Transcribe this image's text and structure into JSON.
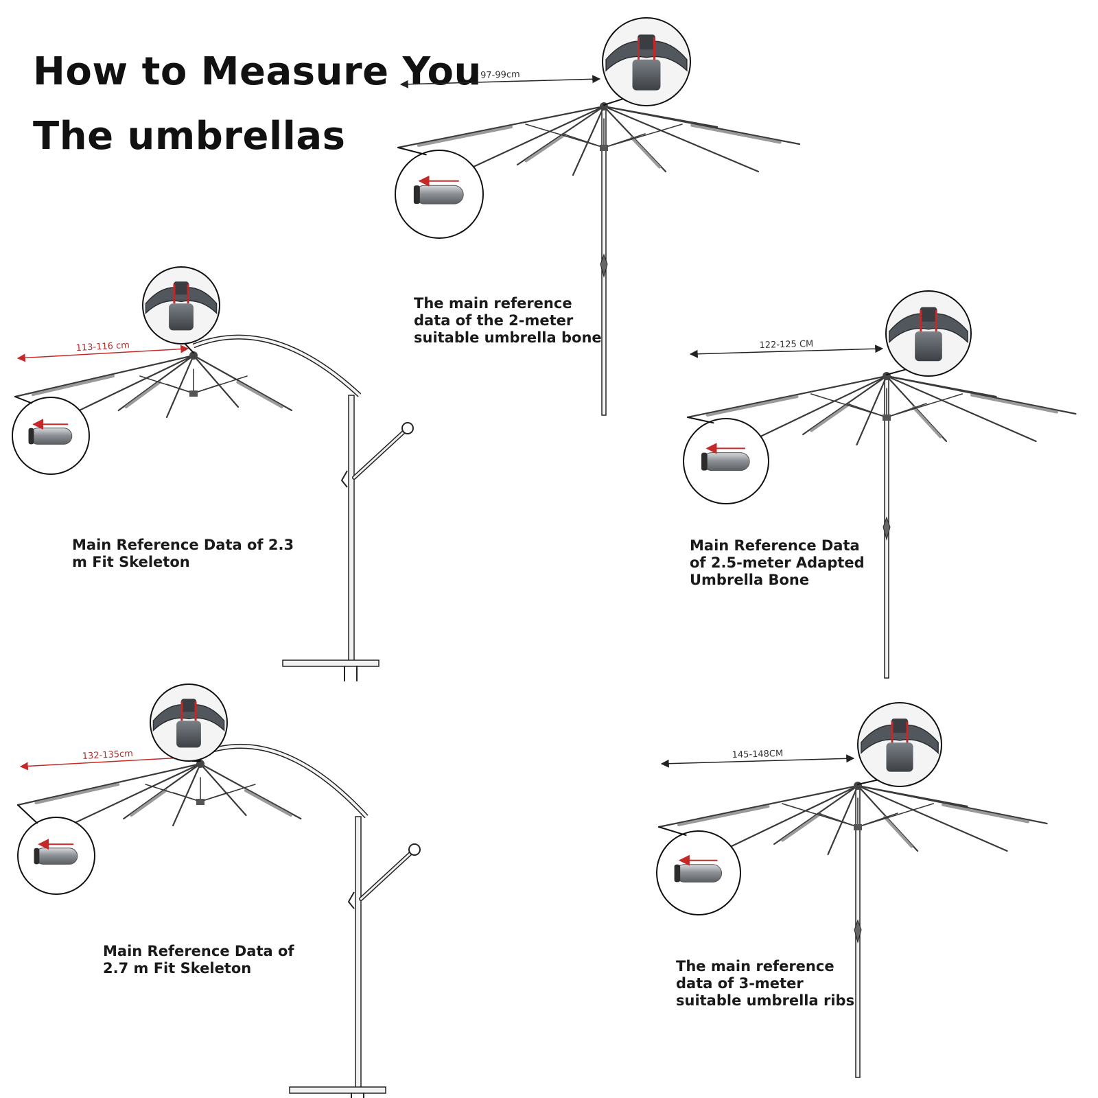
{
  "title": {
    "line1": "How to Measure You",
    "line2": "The umbrellas"
  },
  "umbrellas": [
    {
      "size": "2 m",
      "style": "center pole",
      "measurement": "97-99cm",
      "caption": "The main reference data of the 2-meter suitable umbrella bone"
    },
    {
      "size": "2.3 m",
      "style": "cantilever",
      "measurement": "113-116 cm",
      "caption": "Main Reference Data of 2.3 m Fit Skeleton"
    },
    {
      "size": "2.5 m",
      "style": "center pole",
      "measurement": "122-125 CM",
      "caption": "Main Reference Data of 2.5-meter Adapted Umbrella Bone"
    },
    {
      "size": "2.7 m",
      "style": "cantilever",
      "measurement": "132-135cm",
      "caption": "Main Reference Data of 2.7 m Fit Skeleton"
    },
    {
      "size": "3 m",
      "style": "center pole",
      "measurement": "145-148CM",
      "caption": "The main reference data of 3-meter suitable umbrella ribs"
    }
  ],
  "colors": {
    "line": "#222222",
    "frame": "#3a3a3a",
    "accent": "#c62828",
    "hub": "#4a4f55"
  },
  "icons": [
    "hub-closeup-icon",
    "rib-tip-closeup-icon",
    "measure-arrow-icon"
  ]
}
